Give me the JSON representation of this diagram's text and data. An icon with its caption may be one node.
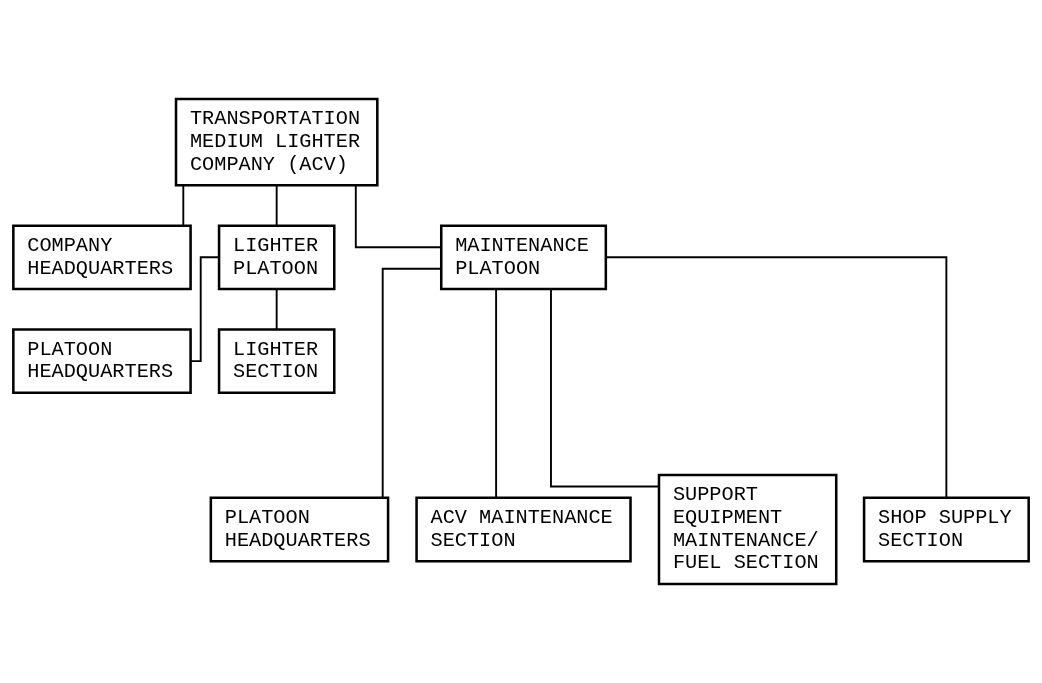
{
  "diagram": {
    "nodes": [
      {
        "text": [
          "TRANSPORTATION MEDIUM LIGHTER COMPANY (ACV)"
        ]
      },
      {
        "text": [
          "COMPANY HEADQUARTERS"
        ]
      },
      {
        "text": [
          "LIGHTER PLATOON"
        ]
      },
      {
        "text": [
          "MAINTENANCE PLATOON"
        ]
      },
      {
        "text": [
          "PLATOON HEADQUARTERS"
        ]
      },
      {
        "text": [
          "LIGHTER SECTION"
        ]
      },
      {
        "text": [
          "PLATOON HEADQUARTERS"
        ]
      },
      {
        "text": [
          "ACV MAINTENANCE SECTION"
        ]
      },
      {
        "text": [
          "SUPPORT EQUIPMENT MAINTENANCE/ FUEL SECTION"
        ]
      },
      {
        "text": [
          "SHOP SUPPLY SECTION"
        ]
      }
    ],
    "edges": [
      {
        "from": 0,
        "to": 1,
        "arrow": "none"
      },
      {
        "from": 0,
        "to": 2,
        "arrow": "none"
      },
      {
        "from": 0,
        "to": 3,
        "arrow": "none"
      },
      {
        "from": 2,
        "to": 4,
        "arrow": "none"
      },
      {
        "from": 2,
        "to": 5,
        "arrow": "none"
      },
      {
        "from": 3,
        "to": 6,
        "arrow": "none"
      },
      {
        "from": 3,
        "to": 7,
        "arrow": "none"
      },
      {
        "from": 3,
        "to": 8,
        "arrow": "none"
      },
      {
        "from": 3,
        "to": 9,
        "arrow": "none"
      }
    ]
  }
}
